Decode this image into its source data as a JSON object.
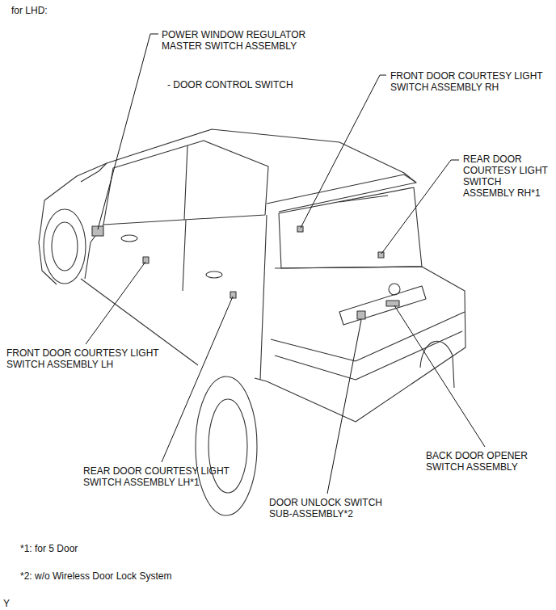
{
  "diagram": {
    "title": "for LHD:",
    "labels": [
      "POWER WINDOW REGULATOR MASTER SWITCH ASSEMBLY",
      "- DOOR CONTROL SWITCH",
      "FRONT DOOR COURTESY LIGHT SWITCH ASSEMBLY RH",
      "REAR DOOR COURTESY LIGHT SWITCH ASSEMBLY RH*1",
      "FRONT DOOR COURTESY LIGHT SWITCH ASSEMBLY LH",
      "REAR DOOR COURTESY LIGHT SWITCH ASSEMBLY LH*1",
      "DOOR UNLOCK SWITCH SUB-ASSEMBLY*2",
      "BACK DOOR OPENER SWITCH ASSEMBLY",
      "*1: for 5 Door",
      "*2: w/o Wireless Door Lock System",
      "Y"
    ]
  }
}
